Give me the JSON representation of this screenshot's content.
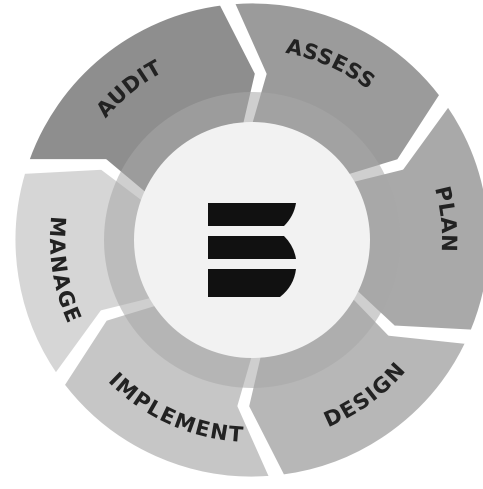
{
  "diagram": {
    "type": "cycle",
    "center": {
      "logo": "stacked-bars-logo",
      "colors": {
        "outer_ring": "#a8a8a8",
        "inner_disc": "#f2f2f2",
        "logo": "#111111"
      }
    },
    "segments": [
      {
        "label": "AUDIT",
        "color": "#8e8e8e"
      },
      {
        "label": "ASSESS",
        "color": "#9b9b9b"
      },
      {
        "label": "PLAN",
        "color": "#a9a9a9"
      },
      {
        "label": "DESIGN",
        "color": "#b7b7b7"
      },
      {
        "label": "IMPLEMENT",
        "color": "#c6c6c6"
      },
      {
        "label": "MANAGE",
        "color": "#d6d6d6"
      }
    ]
  }
}
